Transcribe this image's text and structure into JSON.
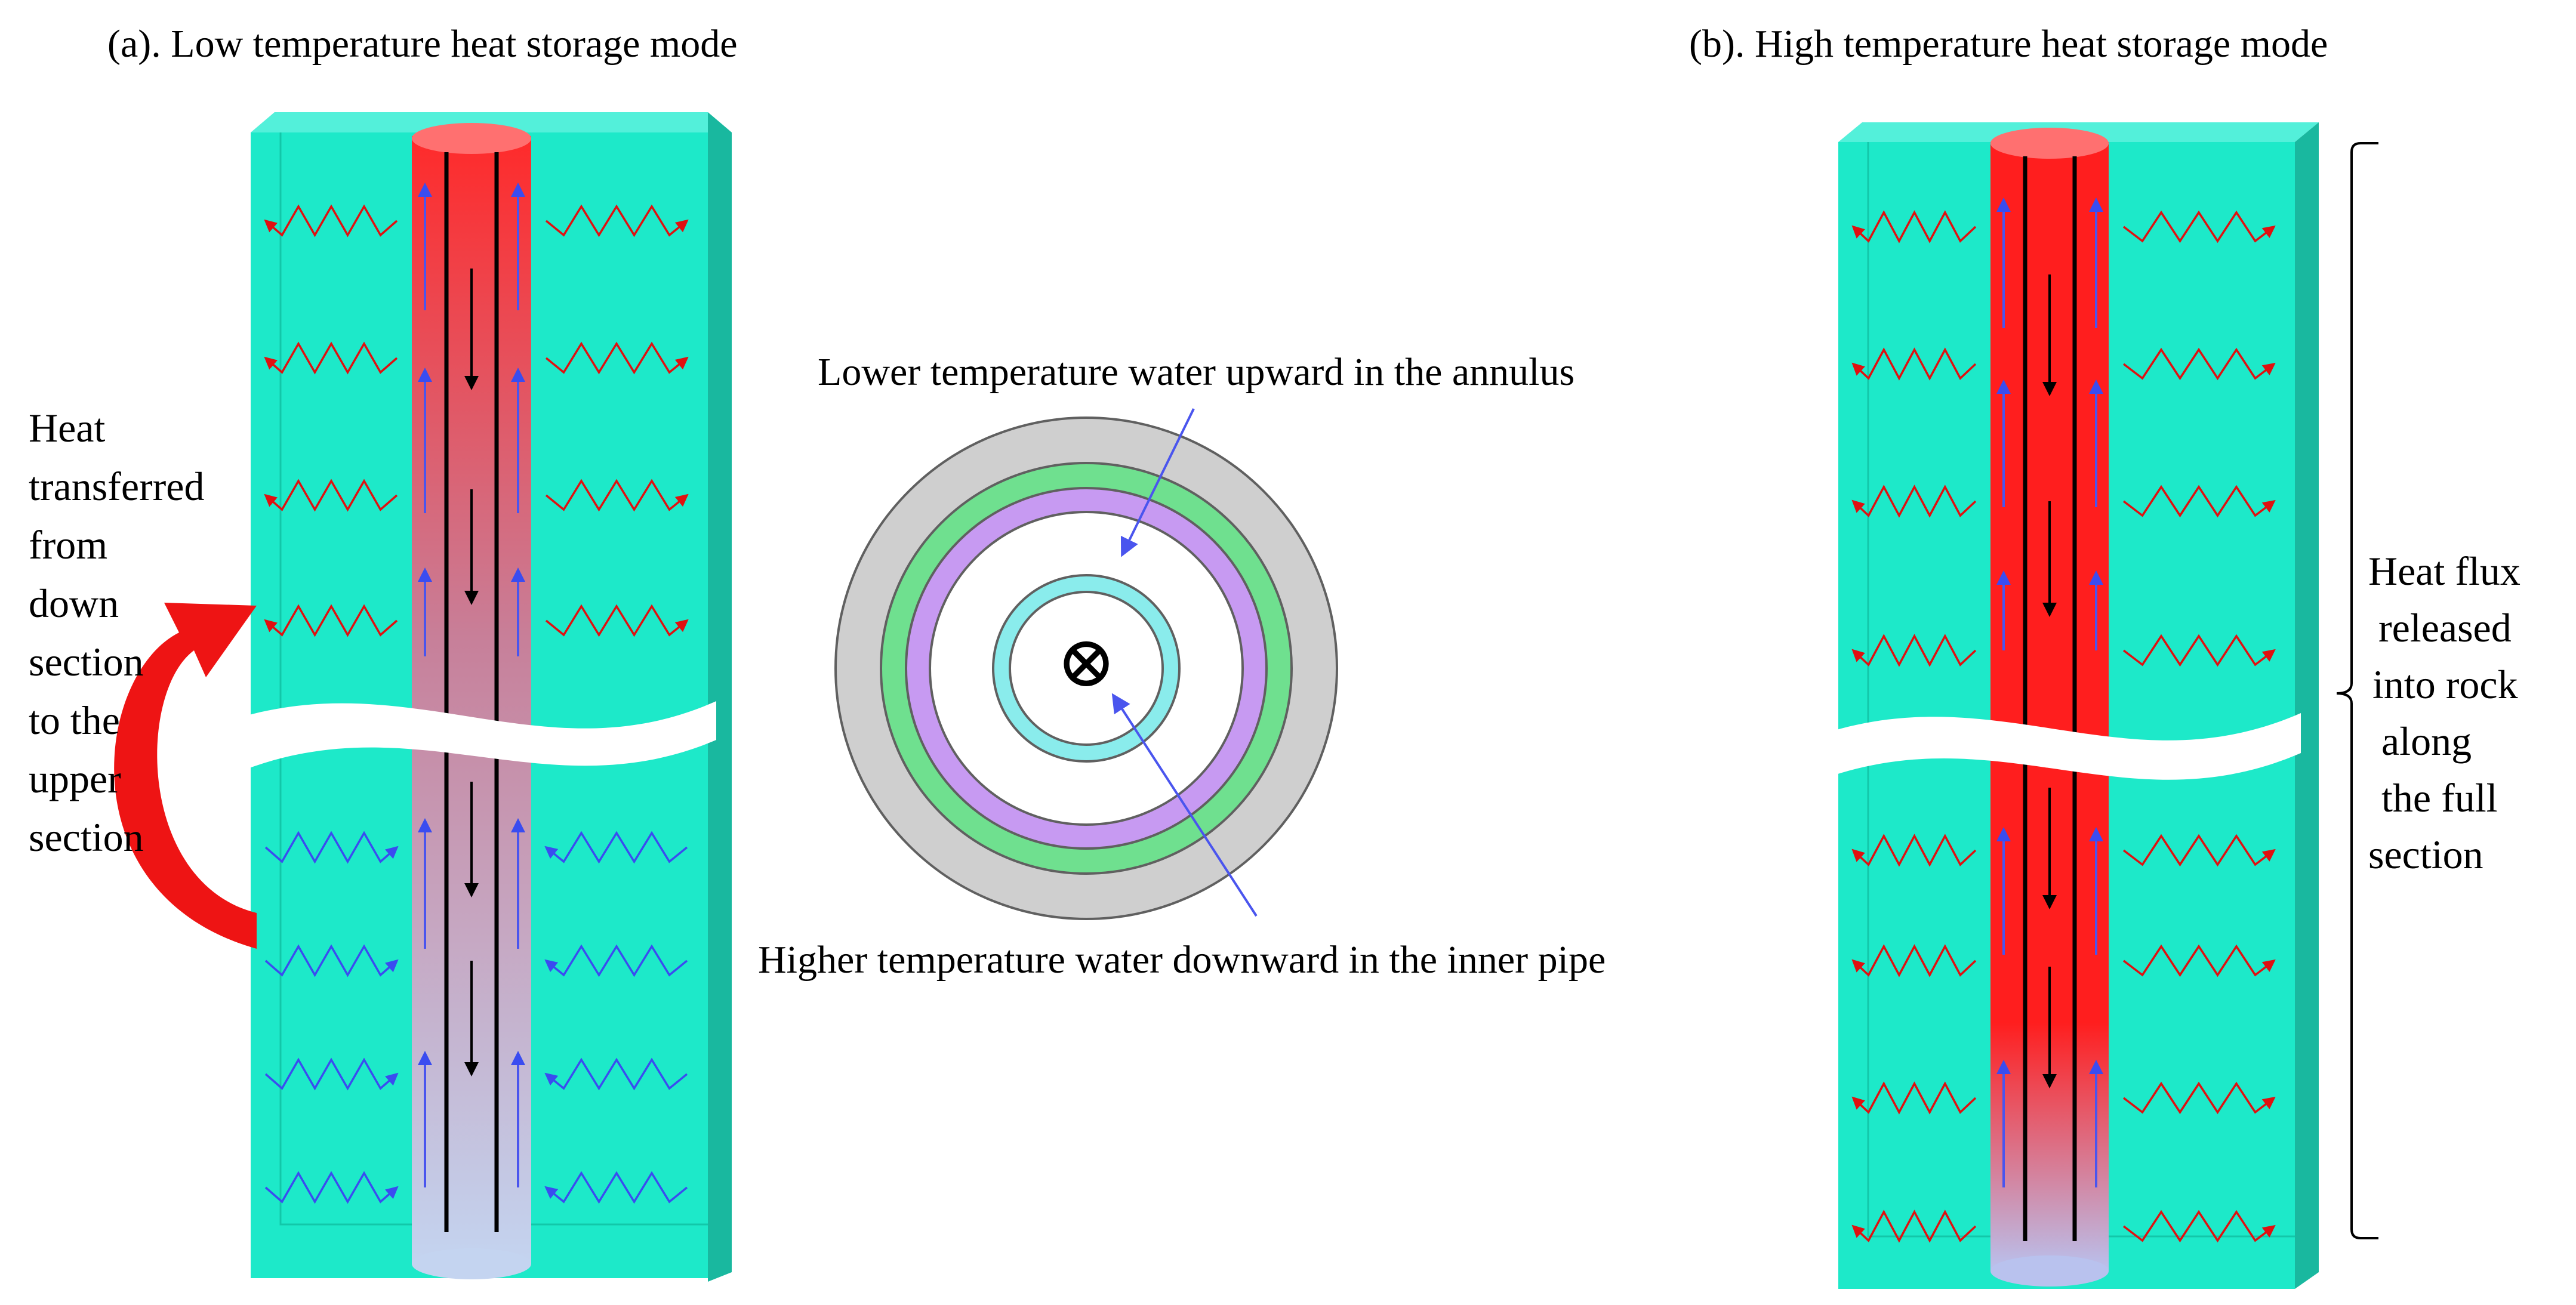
{
  "panel_a": {
    "title": "(a). Low temperature heat storage mode",
    "side_label_lines": [
      "Heat",
      "transferred",
      "from",
      "down",
      "section",
      "to the",
      "upper",
      "section"
    ]
  },
  "panel_b": {
    "title": "(b). High temperature heat storage mode",
    "side_label_lines": [
      "Heat flux",
      "released",
      "into rock",
      "along",
      "the full",
      "section"
    ]
  },
  "cross_section": {
    "annulus_label": "Lower temperature water upward in the annulus",
    "inner_label": "Higher temperature water downward in the inner pipe",
    "flow_symbol": "⊗"
  },
  "colors": {
    "rock": "#1de9c9",
    "rock_side": "#19b89f",
    "rock_top": "#53f0da",
    "hot": "#ff2222",
    "cool": "#c0d2f2",
    "heat_out": "#e01010",
    "heat_in": "#3a4cf0",
    "ring_outer": "#cfcfcf",
    "ring_green": "#6fe08f",
    "ring_purple": "#c79af2",
    "ring_cyan": "#8aecec"
  }
}
